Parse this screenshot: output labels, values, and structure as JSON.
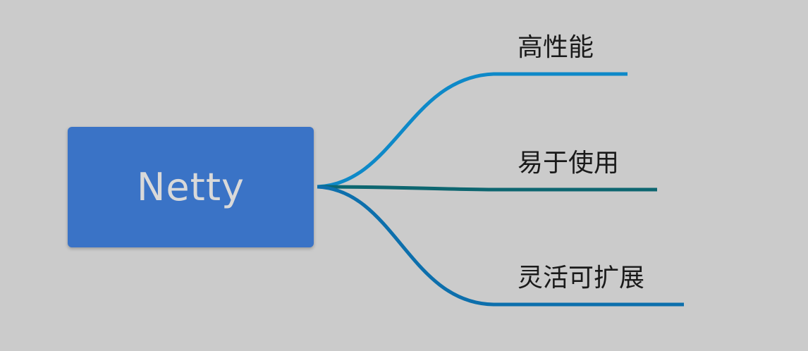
{
  "mindmap": {
    "root": {
      "label": "Netty",
      "color": "#3a73c6"
    },
    "branches": [
      {
        "label": "高性能",
        "color": "#0e89c8"
      },
      {
        "label": "易于使用",
        "color": "#0d6670"
      },
      {
        "label": "灵活可扩展",
        "color": "#0d6fac"
      }
    ]
  }
}
